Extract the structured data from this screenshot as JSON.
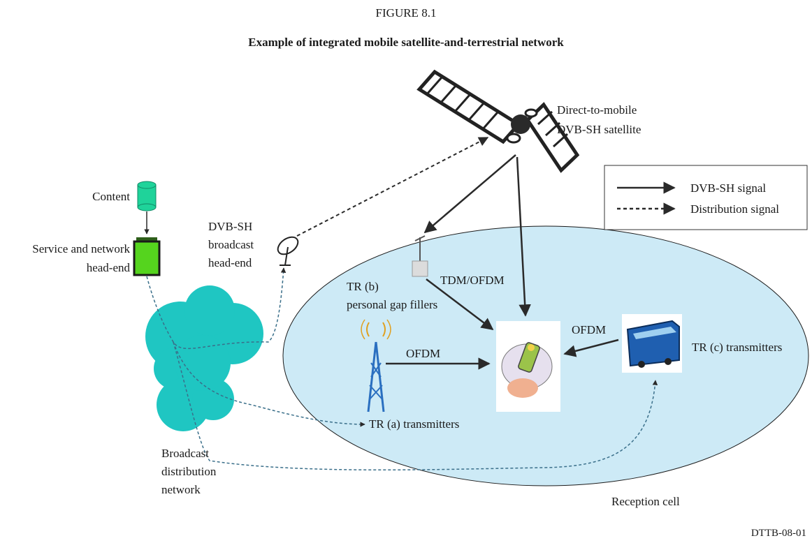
{
  "figure": {
    "number": "FIGURE 8.1",
    "title": "Example of integrated mobile satellite-and-terrestrial network",
    "ref": "DTTB-08-01"
  },
  "legend": {
    "solid": "DVB-SH signal",
    "dashed": "Distribution signal"
  },
  "labels": {
    "satellite_line1": "Direct-to-mobile",
    "satellite_line2": "DVB-SH satellite",
    "content": "Content",
    "headend_line1": "Service and network",
    "headend_line2": "head-end",
    "broadcast_line1": "DVB-SH",
    "broadcast_line2": "broadcast",
    "broadcast_line3": "head-end",
    "gap_line1": "TR (b)",
    "gap_line2": "personal gap fillers",
    "tdm_ofdm": "TDM/OFDM",
    "ofdm_tower": "OFDM",
    "ofdm_bus": "OFDM",
    "tr_c": "TR (c) transmitters",
    "tr_a": "TR (a) transmitters",
    "network_line1": "Broadcast",
    "network_line2": "distribution",
    "network_line3": "network",
    "reception_cell": "Reception cell"
  },
  "colors": {
    "cell_fill": "#cdeaf6",
    "cloud_fill": "#1fc6c2",
    "content_fill": "#1fd39a",
    "headend_fill": "#55d41e",
    "bus_fill": "#1f5fb0"
  }
}
